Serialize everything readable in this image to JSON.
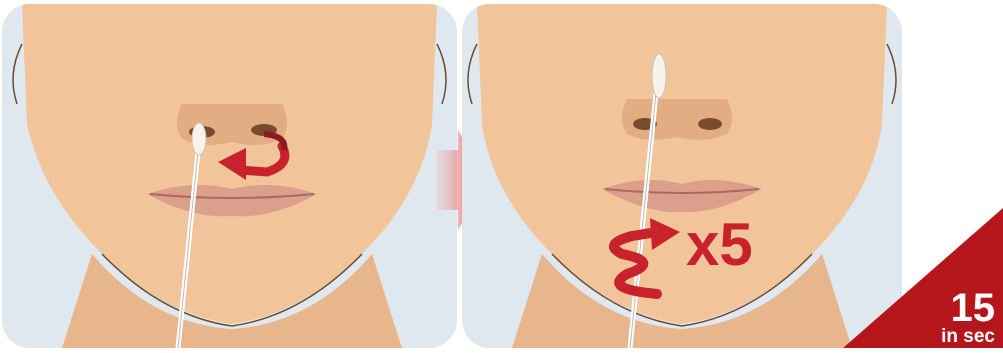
{
  "step_left": {
    "illustration": "swab-inserted-left-nostril",
    "motion_icon": "rotate-arrow-icon"
  },
  "step_right": {
    "illustration": "swab-rotated-in-nostril",
    "repeat_label": "x5",
    "motion_icon": "spiral-arrow-icon"
  },
  "transition_icon": "right-arrow-icon",
  "timer_badge": {
    "value": "15",
    "unit": "in sec"
  },
  "colors": {
    "skin": "#f2c49a",
    "skin_shadow": "#d9a57a",
    "lips": "#dba08c",
    "accent_red": "#c8232c",
    "panel_bg": "#dfe7ef"
  }
}
